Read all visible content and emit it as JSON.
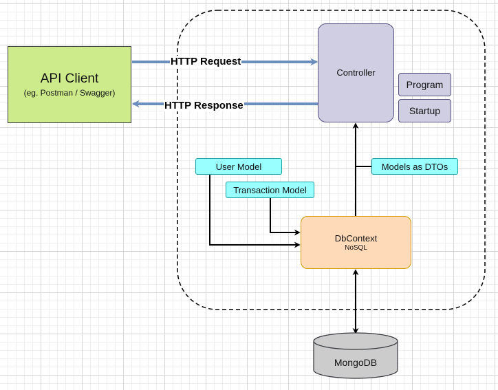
{
  "api_client": {
    "title": "API Client",
    "subtitle": "(eg. Postman / Swagger)"
  },
  "edges": {
    "request": "HTTP Request",
    "response": "HTTP Response",
    "models_as_dtos": "Models as DTOs"
  },
  "controller": {
    "label": "Controller"
  },
  "program": {
    "label": "Program"
  },
  "startup": {
    "label": "Startup"
  },
  "user_model": {
    "label": "User Model"
  },
  "transaction_model": {
    "label": "Transaction Model"
  },
  "dbcontext": {
    "label": "DbContext",
    "sublabel": "NoSQL"
  },
  "mongodb": {
    "label": "MongoDB"
  },
  "colors": {
    "api_client_fill": "#cdeb8b",
    "api_client_stroke": "#36393d",
    "controller_fill": "#d0cee2",
    "controller_stroke": "#56517e",
    "model_fill": "#99ffff",
    "model_stroke": "#1ba1a1",
    "dbcontext_fill": "#ffdab9",
    "dbcontext_stroke": "#d79b00",
    "db_fill": "#cccccc",
    "db_stroke": "#36393d",
    "http_arrow": "#6c8ebf",
    "arrow": "#000000"
  }
}
